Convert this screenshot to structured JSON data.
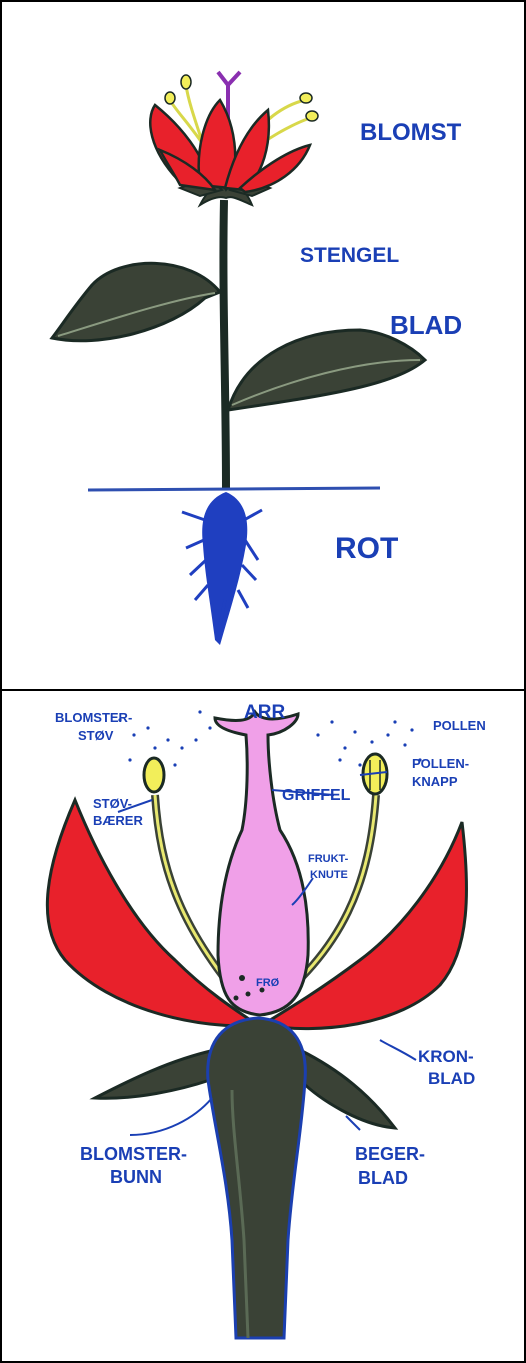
{
  "panels": {
    "top": {
      "labels": {
        "blomst": "BLOMST",
        "stengel": "STENGEL",
        "blad": "BLAD",
        "rot": "ROT"
      }
    },
    "bottom": {
      "labels": {
        "blomsterstov_1": "BLOMSTER-",
        "blomsterstov_2": "STØV",
        "arr": "ARR",
        "pollen": "POLLEN",
        "pollenknapp_1": "POLLEN-",
        "pollenknapp_2": "KNAPP",
        "griffel": "GRIFFEL",
        "stovbaerer_1": "STØV-",
        "stovbaerer_2": "BÆRER",
        "fruktknute_1": "FRUKT-",
        "fruktknute_2": "KNUTE",
        "fro": "FRØ",
        "kronblad_1": "KRON-",
        "kronblad_2": "BLAD",
        "blomsterbunn_1": "BLOMSTER-",
        "blomsterbunn_2": "BUNN",
        "begerblad_1": "BEGER-",
        "begerblad_2": "BLAD"
      }
    }
  },
  "colors": {
    "label": "#1a3fb5",
    "petal": "#e8212b",
    "leaf": "#3a4236",
    "root": "#1f3fc0",
    "pistil": "#f0a0e8",
    "anther": "#f2ee5a",
    "ground": "#2e4fb0"
  }
}
